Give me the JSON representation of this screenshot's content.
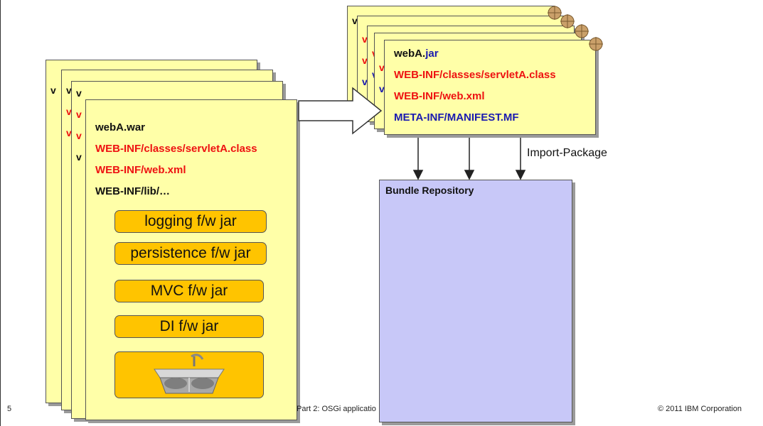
{
  "war_stack": {
    "peek_letter": "v",
    "title": "webA.war",
    "servlet": "WEB-INF/classes/servletA.class",
    "webxml": "WEB-INF/web.xml",
    "lib": "WEB-INF/lib/…",
    "jars": [
      "logging f/w jar",
      "persistence f/w jar",
      "MVC f/w jar",
      "DI f/w jar"
    ],
    "sink_icon": "kitchen-sink-icon"
  },
  "jar_stack": {
    "title_prefix": "webA.",
    "title_suffix": "jar",
    "servlet": "WEB-INF/classes/servletA.class",
    "webxml": "WEB-INF/web.xml",
    "manifest": "META-INF/MANIFEST.MF",
    "bundle_icon": "bundle-icon"
  },
  "import_label": "Import-Package",
  "repository": {
    "title": "Bundle Repository"
  },
  "footer": {
    "page_number": "5",
    "subtitle": "Part 2: OSGi applicatio",
    "copyright": "© 2011 IBM Corporation"
  },
  "colors": {
    "card": "#ffffa8",
    "jar_pill": "#ffc400",
    "repo": "#c8c8f8",
    "red_text": "#ee1111",
    "blue_text": "#1a1ab0"
  }
}
